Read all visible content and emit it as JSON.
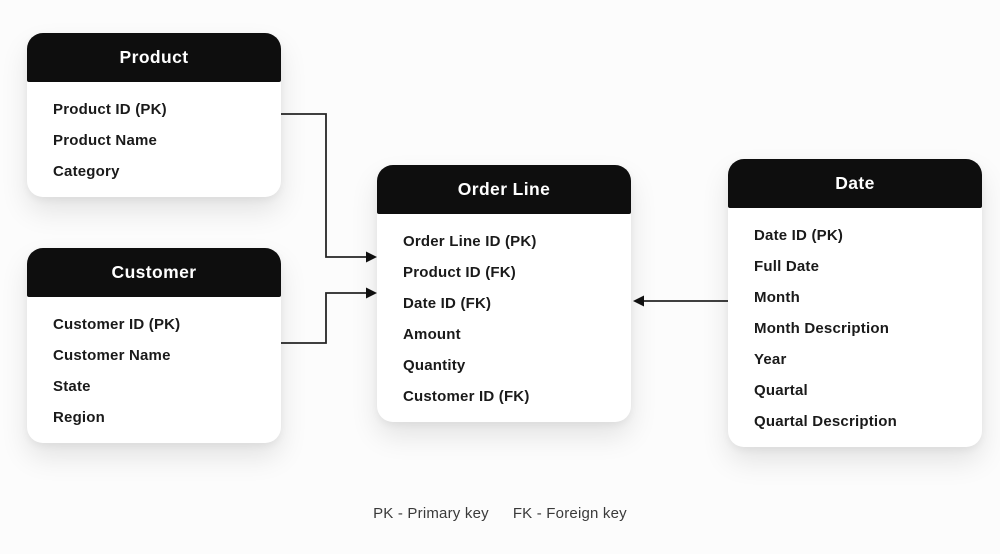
{
  "diagram": {
    "type": "entity-relationship-star-schema",
    "tables": [
      {
        "title": "Product",
        "fields": [
          "Product ID (PK)",
          "Product Name",
          "Category"
        ]
      },
      {
        "title": "Customer",
        "fields": [
          "Customer ID (PK)",
          "Customer Name",
          "State",
          "Region"
        ]
      },
      {
        "title": "Order Line",
        "fields": [
          "Order Line ID (PK)",
          "Product ID (FK)",
          "Date ID (FK)",
          "Amount",
          "Quantity",
          "Customer ID (FK)"
        ]
      },
      {
        "title": "Date",
        "fields": [
          "Date ID (PK)",
          "Full Date",
          "Month",
          "Month Description",
          "Year",
          "Quartal",
          "Quartal Description"
        ]
      }
    ],
    "relationships": [
      {
        "from": "Product",
        "to": "Order Line",
        "arrow_points_to": "Order Line"
      },
      {
        "from": "Customer",
        "to": "Order Line",
        "arrow_points_to": "Order Line"
      },
      {
        "from": "Date",
        "to": "Order Line",
        "arrow_points_to": "Order Line"
      }
    ],
    "legend": {
      "pk": "PK - Primary key",
      "fk": "FK - Foreign key"
    },
    "colors": {
      "canvas_bg": "#fcfcfc",
      "card_bg": "#ffffff",
      "header_bg": "#0e0e0e",
      "header_text": "#ffffff",
      "field_text": "#1a1a1a",
      "connector": "#262626"
    }
  }
}
